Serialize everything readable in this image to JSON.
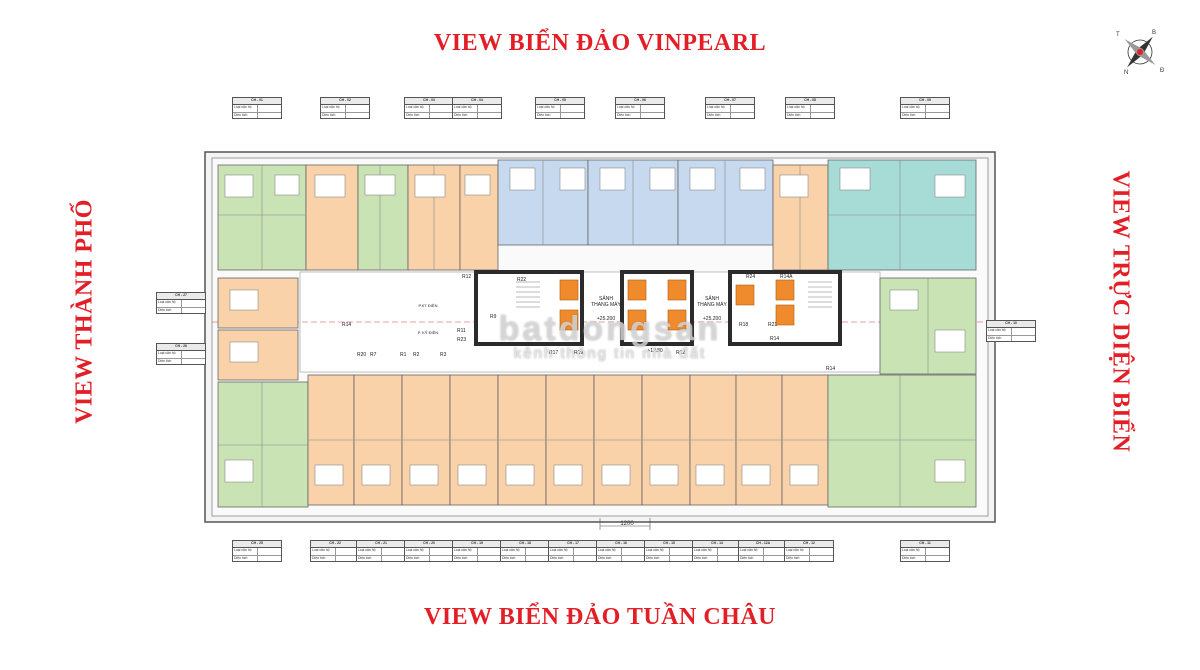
{
  "views": {
    "top": "VIEW BIỂN ĐẢO VINPEARL",
    "bottom": "VIEW BIỂN ĐẢO TUẦN CHÂU",
    "left": "VIEW THÀNH PHỐ",
    "right": "VIEW TRỰC DIỆN BIỂN"
  },
  "colors": {
    "label_red": "#e21f26",
    "green_units": "#c9e3b5",
    "orange_units": "#f9d2a9",
    "blue_units": "#c7d9ee",
    "teal_units": "#a7dcd6",
    "core_dark": "#2b2b2b",
    "lift_orange": "#ef8b2c"
  },
  "corridor_labels": [
    "R11",
    "R23",
    "R20",
    "R7",
    "R1",
    "R2",
    "R3",
    "R14",
    "R12",
    "R22",
    "R9",
    "R17",
    "R19",
    "R12",
    "R18",
    "R21",
    "R14",
    "R14",
    "R24",
    "R14A"
  ],
  "core_labels": {
    "hall_left": "SẢNH THANG MÁY",
    "hall_right": "SẢNH THANG MÁY",
    "level_left": "+25.200",
    "level_right": "+25.200",
    "room_left": "P. KỸ ĐIỆN",
    "room_water": "P.KT ĐIỆN",
    "mid_level": "+12.80"
  },
  "dimension": "1200",
  "watermark": {
    "main": "batdongsan",
    "sub": "kênh thông tin nhà đất"
  },
  "compass_letters": [
    "B",
    "N",
    "Đ",
    "T"
  ],
  "tables_top": [
    "CH - 01",
    "CH - 02",
    "CH - 03",
    "CH - 04",
    "CH - 05",
    "CH - 06",
    "CH - 07",
    "CH - 08",
    "CH - 09"
  ],
  "tables_bottom": [
    "CH - 25",
    "CH - 22",
    "CH - 21",
    "CH - 20",
    "CH - 19",
    "CH - 18",
    "CH - 17",
    "CH - 16",
    "CH - 15",
    "CH - 14",
    "CH - 12A",
    "CH - 12",
    "CH - 11"
  ],
  "tables_left": [
    "CH - 27",
    "CH - 26"
  ],
  "tables_right": [
    "CH - 10"
  ],
  "table_rows": {
    "type": "Loại căn hộ",
    "area": "Diện tích"
  }
}
